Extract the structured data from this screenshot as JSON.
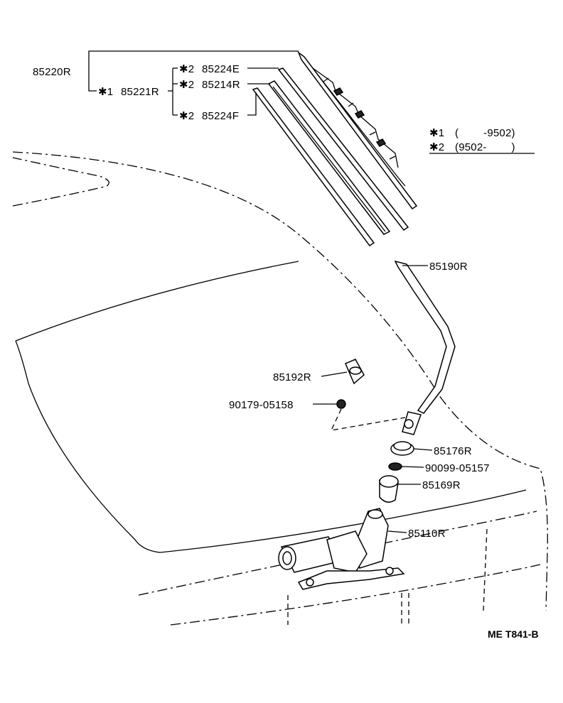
{
  "labels": {
    "wiper_blade_assy": "85220R",
    "blade_sub_assy": "85221R",
    "blade_sub_assy_prefix": "✱1",
    "rubber_upper": "85224E",
    "rubber_upper_prefix": "✱2",
    "blade_rubber": "85214R",
    "blade_rubber_prefix": "✱2",
    "rubber_lower": "85224F",
    "rubber_lower_prefix": "✱2",
    "wiper_arm": "85190R",
    "arm_cap": "85192R",
    "nut": "90179-05158",
    "pivot_cap": "85176R",
    "washer": "90099-05157",
    "grommet": "85169R",
    "motor": "85110R"
  },
  "legend": {
    "note1_mark": "✱1",
    "note1_text": "(        -9502)",
    "note2_mark": "✱2",
    "note2_text": "(9502-        )"
  },
  "diagram_code": "ME T841-B"
}
